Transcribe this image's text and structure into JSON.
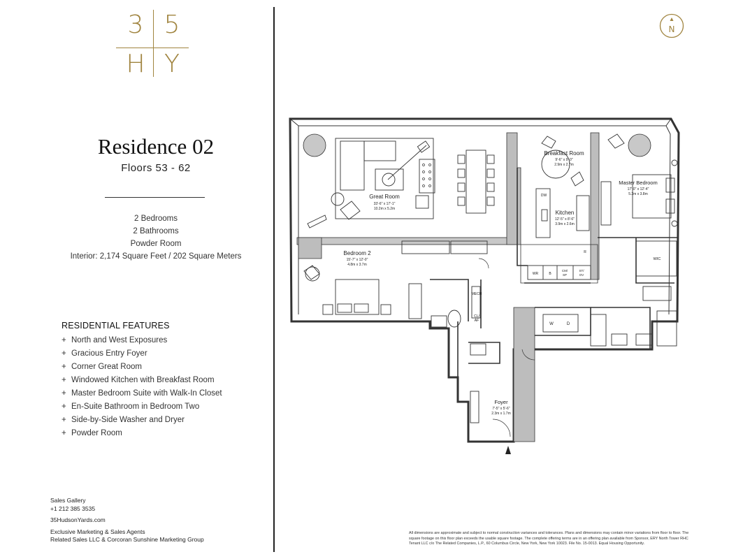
{
  "logo": {
    "tl": "3",
    "tr": "5",
    "bl": "H",
    "br": "Y"
  },
  "residence": {
    "title": "Residence 02",
    "floors": "Floors 53 - 62",
    "summary": [
      "2 Bedrooms",
      "2 Bathrooms",
      "Powder Room",
      "Interior: 2,174 Square Feet / 202 Square Meters"
    ]
  },
  "features": {
    "heading": "RESIDENTIAL FEATURES",
    "bullet": "+",
    "items": [
      "North and West Exposures",
      "Gracious Entry Foyer",
      "Corner Great Room",
      "Windowed Kitchen with Breakfast Room",
      "Master Bedroom Suite with Walk-In Closet",
      "En-Suite Bathroom in Bedroom Two",
      "Side-by-Side Washer and Dryer",
      "Powder Room"
    ]
  },
  "contact": {
    "gallery_label": "Sales Gallery",
    "phone": "+1 212 385 3535",
    "website": "35HudsonYards.com",
    "agents_label": "Exclusive Marketing & Sales Agents",
    "agents": "Related Sales LLC & Corcoran Sunshine Marketing Group"
  },
  "compass": {
    "letter": "N"
  },
  "plan": {
    "great_room": {
      "name": "Great Room",
      "dim_ft": "33'-6\" x 17'-1\"",
      "dim_m": "10.2m x 5.2m"
    },
    "breakfast": {
      "name": "Breakfast Room",
      "dim_ft": "9'-6\" x 9'-0\"",
      "dim_m": "2.9m x 2.7m"
    },
    "master": {
      "name": "Master Bedroom",
      "dim_ft": "17'-0\" x 12'-4\"",
      "dim_m": "5.2m x 3.8m"
    },
    "kitchen": {
      "name": "Kitchen",
      "dim_ft": "12'-5\" x 8'-6\"",
      "dim_m": "3.9m x 2.6m"
    },
    "bedroom2": {
      "name": "Bedroom 2",
      "dim_ft": "15'-7\" x 12'-0\"",
      "dim_m": "4.8m x 3.7m"
    },
    "foyer": {
      "name": "Foyer",
      "dim_ft": "7'-5\" x 5'-6\"",
      "dim_m": "2.3m x 1.7m"
    },
    "labels": {
      "dw": "DW",
      "wic": "WIC",
      "mech": "MECH",
      "cl": "CL/",
      "af": "AF",
      "w": "W",
      "d": "D",
      "wr": "WR",
      "r": "R",
      "cm": "CM/",
      "sp": "SP",
      "st": "ST/",
      "ov": "OV",
      "b": "B"
    }
  },
  "disclaimer": "All dimensions are approximate and subject to normal construction variances and tolerances. Plans and dimensions may contain minor variations from floor to floor. The square footage on this floor plan exceeds the usable square footage. The complete offering terms are in an offering plan available from Sponsor, ERY North Tower RHC Tenant LLC c/o The Related Companies, L.P., 60 Columbus Circle, New York, New York 10023. File No. 15-0013. Equal Housing Opportunity."
}
